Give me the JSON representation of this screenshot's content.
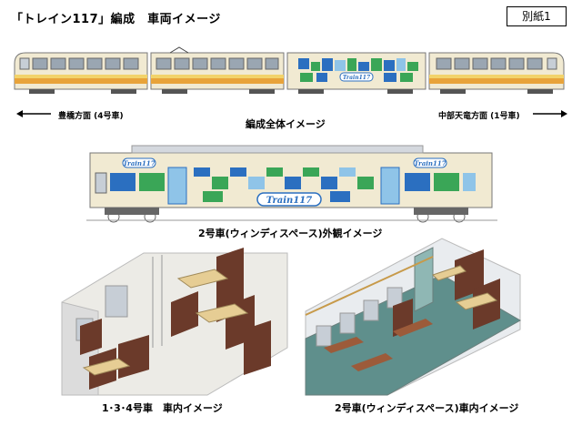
{
  "header": {
    "title": "「トレイン117」編成　車両イメージ",
    "badge": "別紙1"
  },
  "formation": {
    "caption": "編成全体イメージ",
    "left_direction": "豊橋方面 (4号車)",
    "right_direction": "中部天竜方面 (1号車)"
  },
  "car2_exterior": {
    "caption": "2号車(ウィンディスペース)外観イメージ",
    "logo": "Train117",
    "small_logo": "Train117"
  },
  "interiors": {
    "left_caption": "1･3･4号車　車内イメージ",
    "right_caption": "2号車(ウィンディスペース)車内イメージ"
  },
  "colors": {
    "body_cream": "#f1ead2",
    "stripe_orange": "#e8a33a",
    "stripe_yellow": "#f2d36a",
    "wrap_blue": "#2b6fc0",
    "wrap_green": "#3aa657",
    "seat_brown": "#6b3a2a",
    "table_tan": "#e6cd94"
  }
}
